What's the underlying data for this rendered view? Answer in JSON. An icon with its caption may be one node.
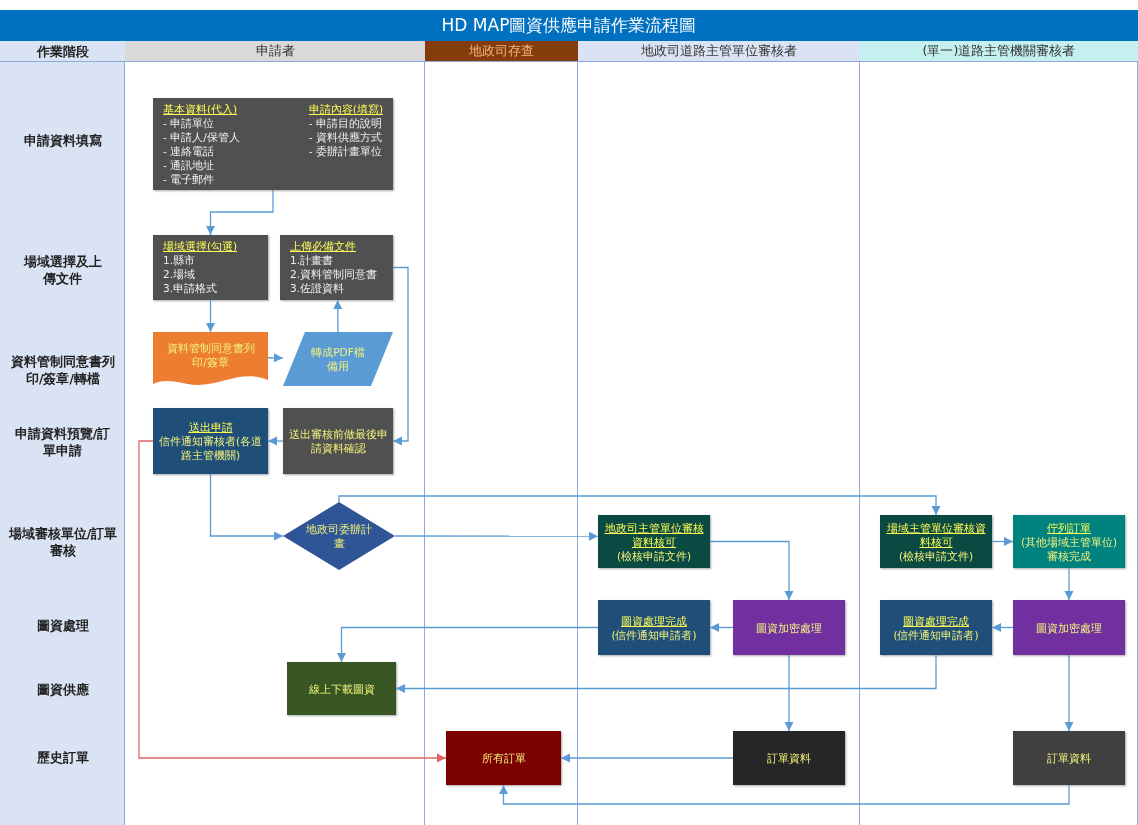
{
  "diagram": {
    "title": "HD MAP圖資供應申請作業流程圖",
    "nodes": [
      {
        "text": [
          "申請者"
        ]
      },
      {
        "text": [
          "地政司存查"
        ]
      },
      {
        "text": [
          "地政司道路主管單位審核者"
        ]
      },
      {
        "text": [
          "(單一)道路主管機關審核者"
        ]
      },
      {
        "text": [
          "基本資料(代入)",
          "- 申請單位",
          "- 申請人/保管人",
          "- 連絡電話",
          "- 通訊地址",
          "- 電子郵件",
          "申請內容(填寫)",
          "- 申請目的說明",
          "- 資料供應方式",
          "- 委辦計畫單位"
        ],
        "in": 0
      },
      {
        "text": [
          "場域選擇(勾選)",
          "1.縣市",
          "2.場域",
          "3.申請格式"
        ],
        "in": 0
      },
      {
        "text": [
          "上傳必備文件",
          "1.計畫書",
          "2.資料管制同意書",
          "3.佐證資料"
        ],
        "in": 0
      },
      {
        "text": [
          "資料管制同意書列印/簽章"
        ],
        "in": 0
      },
      {
        "text": [
          "轉成PDF檔備用"
        ],
        "in": 0
      },
      {
        "text": [
          "送出申請",
          "信件通知審核者(各道路主管機關)"
        ],
        "in": 0
      },
      {
        "text": [
          "送出審核前做最後申請資料確認"
        ],
        "in": 0
      },
      {
        "text": [
          "地政司委辦計畫"
        ],
        "in": 0
      },
      {
        "text": [
          "地政司主管單位審核資料核可",
          "(檢核申請文件)"
        ],
        "in": 2
      },
      {
        "text": [
          "場域主管單位審核資料核可",
          "(檢核申請文件)"
        ],
        "in": 3
      },
      {
        "text": [
          "佇列訂單",
          "(其他場域主管單位)審核完成"
        ],
        "in": 3
      },
      {
        "text": [
          "圖資處理完成",
          "(信件通知申請者)"
        ],
        "in": 2
      },
      {
        "text": [
          "圖資加密處理"
        ],
        "in": 2
      },
      {
        "text": [
          "圖資處理完成",
          "(信件通知申請者)"
        ],
        "in": 3
      },
      {
        "text": [
          "圖資加密處理"
        ],
        "in": 3
      },
      {
        "text": [
          "線上下載圖資"
        ],
        "in": 0
      },
      {
        "text": [
          "所有訂單"
        ],
        "in": 1
      },
      {
        "text": [
          "訂單資料"
        ],
        "in": 2
      },
      {
        "text": [
          "訂單資料"
        ],
        "in": 3
      }
    ],
    "edges": [
      {
        "from": 4,
        "to": 5,
        "arrow": "to"
      },
      {
        "from": 5,
        "to": 7,
        "arrow": "to"
      },
      {
        "from": 7,
        "to": 8,
        "arrow": "to"
      },
      {
        "from": 8,
        "to": 6,
        "arrow": "to"
      },
      {
        "from": 6,
        "to": 10,
        "arrow": "to"
      },
      {
        "from": 10,
        "to": 9,
        "arrow": "to"
      },
      {
        "from": 9,
        "to": 11,
        "arrow": "to"
      },
      {
        "from": 11,
        "to": 12,
        "arrow": "to"
      },
      {
        "from": 11,
        "to": 13,
        "arrow": "to"
      },
      {
        "from": 12,
        "to": 16,
        "arrow": "to"
      },
      {
        "from": 13,
        "to": 14,
        "arrow": "to"
      },
      {
        "from": 14,
        "to": 18,
        "arrow": "to"
      },
      {
        "from": 16,
        "to": 15,
        "arrow": "to"
      },
      {
        "from": 18,
        "to": 17,
        "arrow": "to"
      },
      {
        "from": 15,
        "to": 19,
        "arrow": "to"
      },
      {
        "from": 17,
        "to": 19,
        "arrow": "to"
      },
      {
        "from": 16,
        "to": 21,
        "arrow": "to"
      },
      {
        "from": 21,
        "to": 20,
        "arrow": "to"
      },
      {
        "from": 22,
        "to": 20,
        "arrow": "to"
      },
      {
        "from": 9,
        "to": 20,
        "arrow": "to",
        "color": "#e06666"
      },
      {
        "from": 18,
        "to": 22,
        "arrow": "to"
      }
    ],
    "labels": [
      "作業階段",
      "申請資料填寫",
      "場域選擇及上傳文件",
      "資料管制同意書列印/簽章/轉檔",
      "申請資料預覽/訂單申請",
      "場域審核單位/訂單審核",
      "圖資處理",
      "圖資供應",
      "歷史訂單"
    ]
  }
}
